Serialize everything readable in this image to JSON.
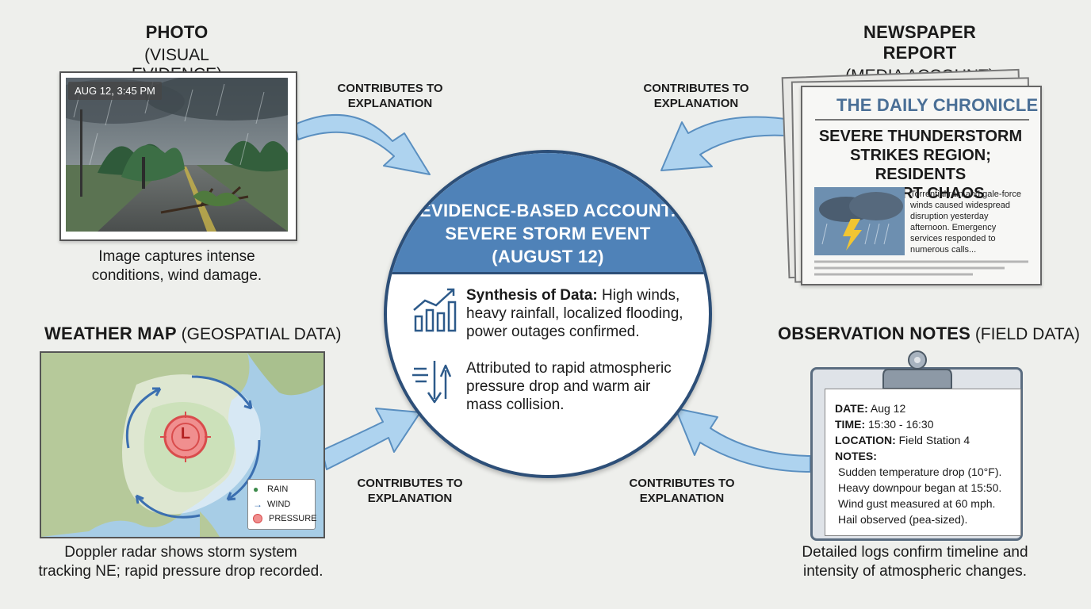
{
  "center": {
    "title_lines": [
      "EVIDENCE-BASED ACCOUNT:",
      "SEVERE STORM EVENT",
      "(AUGUST 12)"
    ],
    "synthesis_label": "Synthesis of Data:",
    "synthesis_text_lines": [
      " High winds,",
      "heavy rainfall, localized flooding,",
      "power outages confirmed."
    ],
    "attribution_lines": [
      "Attributed to rapid atmospheric",
      "pressure drop and warm air",
      "mass collision."
    ]
  },
  "photo": {
    "title": "PHOTO",
    "subtitle": "(VISUAL EVIDENCE)",
    "timestamp": "AUG 12, 3:45 PM",
    "caption_lines": [
      "Image captures intense",
      "conditions, wind damage."
    ]
  },
  "newspaper": {
    "title": "NEWSPAPER REPORT",
    "subtitle": "(MEDIA ACCOUNT)",
    "masthead": "THE DAILY CHRONICLE",
    "headline_lines": [
      "SEVERE THUNDERSTORM",
      "STRIKES REGION; RESIDENTS",
      "REPORT CHAOS"
    ],
    "body_lines": [
      "Torrential rain and gale-force",
      "winds caused widespread",
      "disruption yesterday",
      "afternoon. Emergency",
      "services responded to",
      "numerous calls..."
    ]
  },
  "weather_map": {
    "title": "WEATHER MAP",
    "subtitle": " (GEOSPATIAL DATA)",
    "low_label": "L",
    "legend": [
      "RAIN",
      "WIND",
      "PRESSURE"
    ],
    "caption_lines": [
      "Doppler radar shows storm system",
      "tracking NE; rapid pressure drop recorded."
    ]
  },
  "observation": {
    "title": "OBSERVATION NOTES",
    "subtitle": " (FIELD DATA)",
    "fields": [
      {
        "label": "DATE:",
        "value": " Aug 12"
      },
      {
        "label": "TIME:",
        "value": " 15:30 - 16:30"
      },
      {
        "label": "LOCATION:",
        "value": " Field Station 4"
      },
      {
        "label": "NOTES:",
        "value": ""
      }
    ],
    "notes": [
      "Sudden temperature drop (10°F).",
      "Heavy downpour began at 15:50.",
      "Wind gust measured at 60 mph.",
      "Hail observed (pea-sized)."
    ],
    "caption_lines": [
      "Detailed logs confirm timeline and",
      "intensity of atmospheric changes."
    ]
  },
  "connectors": {
    "top_left": [
      "CONTRIBUTES TO",
      "EXPLANATION"
    ],
    "top_right": [
      "CONTRIBUTES TO",
      "EXPLANATION"
    ],
    "bottom_left": [
      "CONTRIBUTES TO",
      "EXPLANATION"
    ],
    "bottom_right": [
      "CONTRIBUTES TO",
      "EXPLANATION"
    ]
  },
  "colors": {
    "accent_blue": "#4f82b8",
    "arrow_fill": "#aed3ef",
    "arrow_stroke": "#5a8fc0",
    "pressure_red": "#d94c4c"
  }
}
